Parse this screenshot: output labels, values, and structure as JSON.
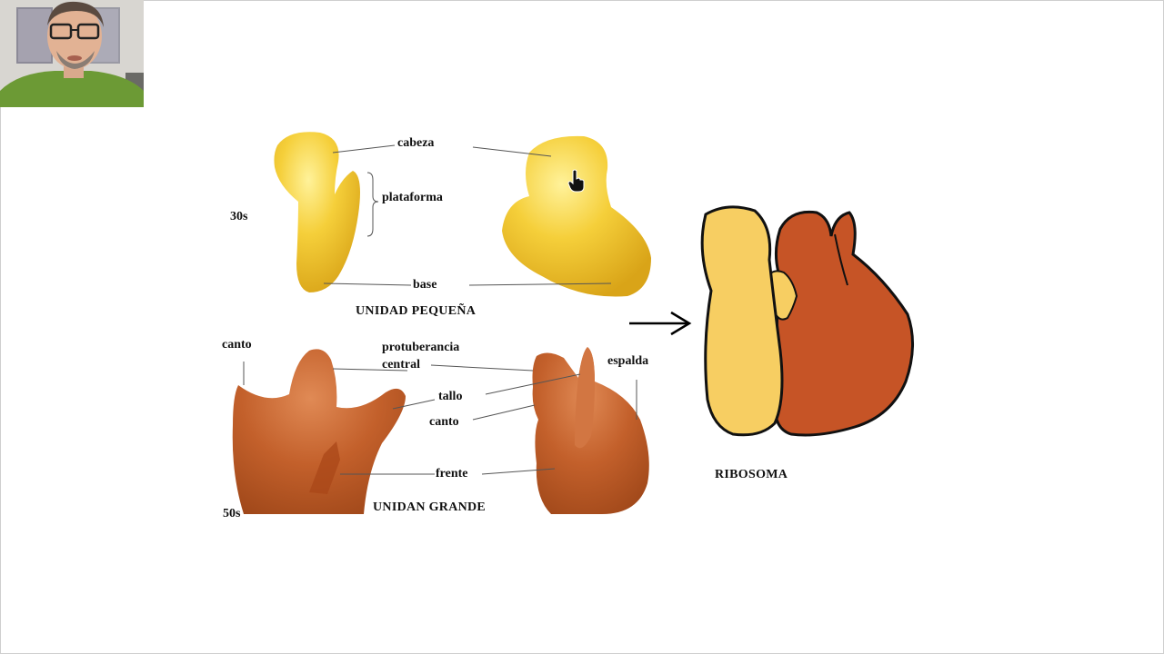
{
  "colors": {
    "small_unit": "#F5CF3A",
    "large_unit": "#C3602B",
    "ribosome_small": "#F7CE62",
    "ribosome_large": "#C65426"
  },
  "labels": {
    "cabeza": "cabeza",
    "plataforma": "plataforma",
    "s30": "30s",
    "base": "base",
    "unidad_pequena": "UNIDAD PEQUEÑA",
    "canto_left": "canto",
    "protuberancia": "protuberancia",
    "central": "central",
    "espalda": "espalda",
    "tallo": "tallo",
    "canto_mid": "canto",
    "frente": "frente",
    "s50": "50s",
    "unidad_grande": "UNIDAN GRANDE",
    "ribosoma": "RIBOSOMA"
  },
  "icons": {
    "pointer": "hand-pointer-icon",
    "arrow": "arrow-right-icon"
  }
}
